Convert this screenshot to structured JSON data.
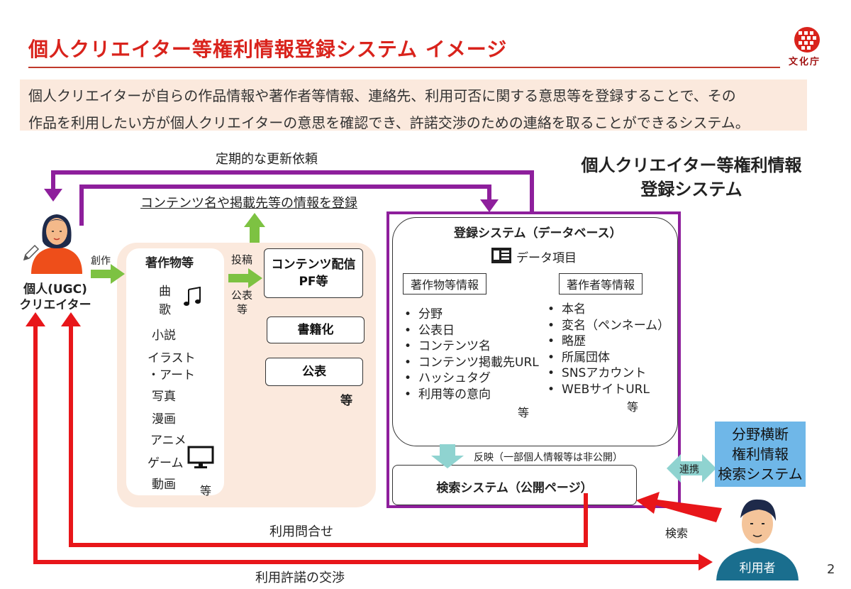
{
  "header": {
    "title": "個人クリエイター等権利情報登録システム イメージ",
    "logo_text": "文化庁"
  },
  "intro": {
    "line1": "個人クリエイターが自らの作品情報や著作者等情報、連絡先、利用可否に関する意思等を登録することで、その",
    "line2": "作品を利用したい方が個人クリエイターの意思を確認でき、許諾交渉のための連絡を取ることができるシステム。"
  },
  "system": {
    "title_line1": "個人クリエイター等権利情報",
    "title_line2": "登録システム"
  },
  "flows": {
    "periodic_update": "定期的な更新依頼",
    "register_info": "コンテンツ名や掲載先等の情報を登録",
    "create": "創作",
    "post": "投稿",
    "publish_etc_1": "公表",
    "publish_etc_2": "等",
    "reflect": "反映（一部個人情報等は非公開）",
    "link": "連携",
    "search": "検索",
    "usage_inquiry": "利用問合せ",
    "license_negotiation": "利用許諾の交渉"
  },
  "creator": {
    "label_line1": "個人(UGC)",
    "label_line2": "クリエイター"
  },
  "works": {
    "heading": "著作物等",
    "items": [
      "曲",
      "歌",
      "小説",
      "イラスト",
      "・アート",
      "写真",
      "漫画",
      "アニメ",
      "ゲーム",
      "動画"
    ],
    "etc": "等"
  },
  "outlets": {
    "pf_line1": "コンテンツ配信",
    "pf_line2": "PF等",
    "book": "書籍化",
    "publish": "公表",
    "etc": "等"
  },
  "database": {
    "title": "登録システム（データベース）",
    "data_items": "データ項目",
    "works_info": {
      "label": "著作物等情報",
      "items": [
        "分野",
        "公表日",
        "コンテンツ名",
        "コンテンツ掲載先URL",
        "ハッシュタグ",
        "利用等の意向"
      ],
      "etc": "等"
    },
    "author_info": {
      "label": "著作者等情報",
      "items": [
        "本名",
        "変名（ペンネーム）",
        "略歴",
        "所属団体",
        "SNSアカウント",
        "WEBサイトURL"
      ],
      "etc": "等"
    }
  },
  "search_system": "検索システム（公開ページ）",
  "cross_search": {
    "line1": "分野横断",
    "line2": "権利情報",
    "line3": "検索システム"
  },
  "user": {
    "label": "利用者"
  },
  "page_number": "2",
  "colors": {
    "title_red": "#d9231c",
    "purple": "#8e1f9c",
    "red_arrow": "#e8161a",
    "green_arrow": "#7dc242",
    "teal_arrow": "#8fd3d0",
    "cross_box_blue": "#6fb7e8",
    "peach": "#fbe9dd"
  },
  "icons": [
    "person-creator-icon",
    "pencil-icon",
    "music-note-icon",
    "monitor-icon",
    "data-list-icon",
    "person-user-icon",
    "bunkacho-logo-icon"
  ]
}
